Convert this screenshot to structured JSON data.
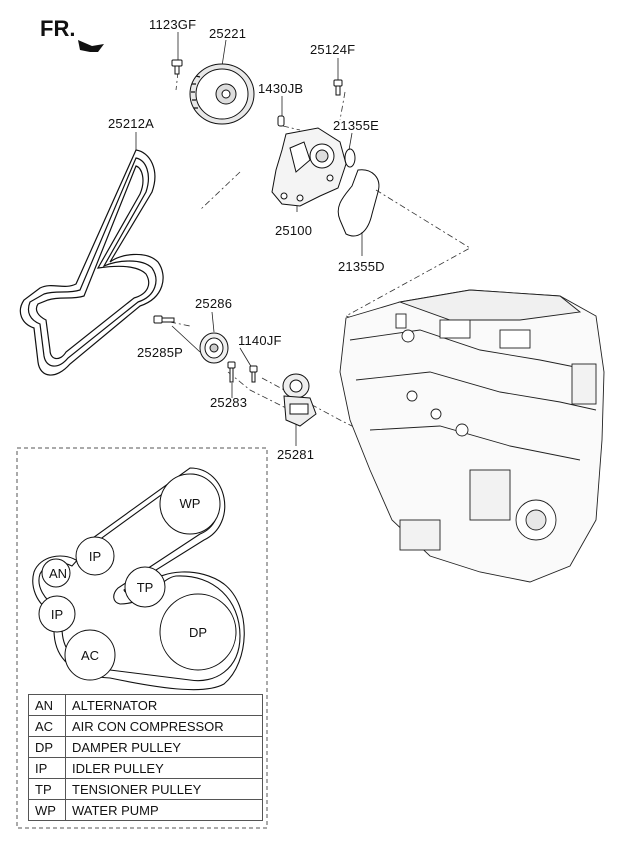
{
  "header": {
    "fr_label": "FR."
  },
  "part_labels": {
    "p1123GF": "1123GF",
    "p25221": "25221",
    "p25124F": "25124F",
    "p1430JB": "1430JB",
    "p25212A": "25212A",
    "p21355E": "21355E",
    "p25100": "25100",
    "p21355D": "21355D",
    "p25286": "25286",
    "p1140JF": "1140JF",
    "p25285P": "25285P",
    "p25283": "25283",
    "p25281": "25281"
  },
  "belt_layout": {
    "pulleys": {
      "wp": "WP",
      "ip_top": "IP",
      "an": "AN",
      "tp": "TP",
      "ip_bottom": "IP",
      "dp": "DP",
      "ac": "AC"
    }
  },
  "legend": [
    {
      "code": "AN",
      "desc": "ALTERNATOR"
    },
    {
      "code": "AC",
      "desc": "AIR CON COMPRESSOR"
    },
    {
      "code": "DP",
      "desc": "DAMPER PULLEY"
    },
    {
      "code": "IP",
      "desc": "IDLER PULLEY"
    },
    {
      "code": "TP",
      "desc": "TENSIONER PULLEY"
    },
    {
      "code": "WP",
      "desc": "WATER PUMP"
    }
  ]
}
